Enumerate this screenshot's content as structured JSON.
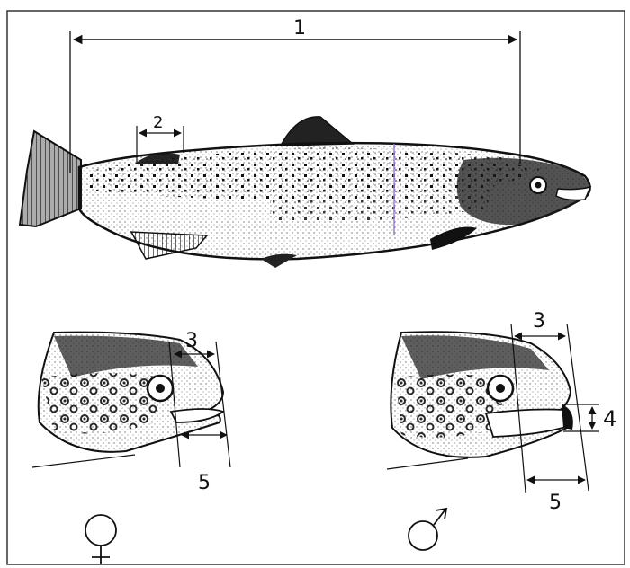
{
  "figure": {
    "labels": {
      "total_length": "1",
      "dorsal_fin_base": "2",
      "head_snout_female": "3",
      "head_snout_male": "3",
      "jaw_hook_male": "4",
      "upper_jaw_female": "5",
      "upper_jaw_male": "5"
    },
    "sex_symbols": {
      "female": "♀",
      "male": "♂"
    }
  },
  "colors": {
    "ink": "#111111",
    "paper": "#ffffff",
    "frame": "#333333"
  }
}
